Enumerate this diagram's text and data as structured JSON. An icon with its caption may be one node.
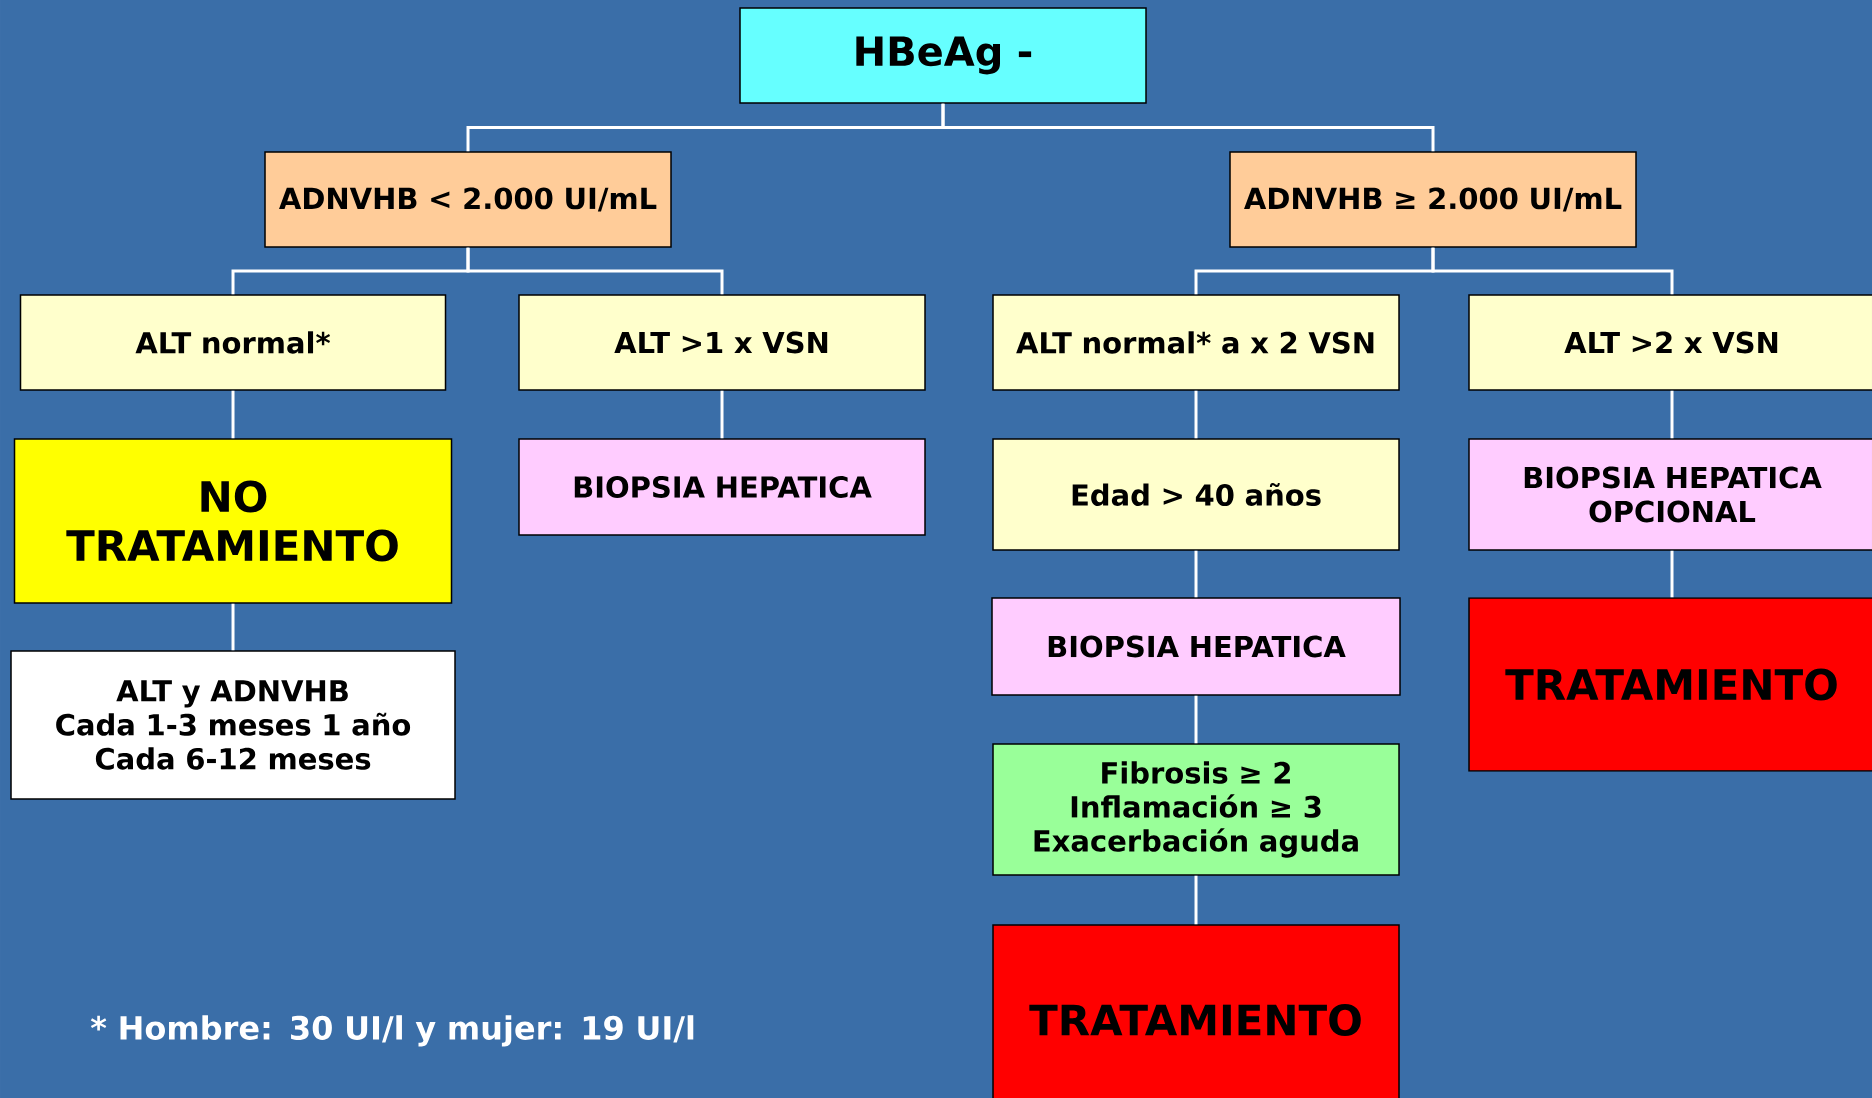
{
  "diagram": {
    "nodes": [
      {
        "text": [
          "HBeAg -"
        ]
      },
      {
        "text": [
          "ADNVHB < 2.000 UI/mL"
        ]
      },
      {
        "text": [
          "ADNVHB ≥ 2.000 UI/mL"
        ]
      },
      {
        "text": [
          "ALT normal*"
        ]
      },
      {
        "text": [
          "ALT >1 x VSN"
        ]
      },
      {
        "text": [
          "ALT normal* a x 2 VSN"
        ]
      },
      {
        "text": [
          "ALT >2 x VSN"
        ]
      },
      {
        "text": [
          "NO TRATAMIENTO"
        ]
      },
      {
        "text": [
          "BIOPSIA HEPATICA"
        ]
      },
      {
        "text": [
          "Edad > 40 años"
        ]
      },
      {
        "text": [
          "BIOPSIA HEPATICA OPCIONAL"
        ]
      },
      {
        "text": [
          "ALT y ADNVHB",
          "Cada 1-3 meses 1 año",
          "Cada 6-12 meses"
        ]
      },
      {
        "text": [
          "BIOPSIA HEPATICA"
        ]
      },
      {
        "text": [
          "TRATAMIENTO"
        ]
      },
      {
        "text": [
          "Fibrosis ≥ 2",
          "Inflamación ≥ 3",
          "Exacerbación aguda"
        ]
      },
      {
        "text": [
          "TRATAMIENTO"
        ]
      }
    ],
    "edges": [
      {
        "from": 0,
        "to": 1,
        "arrow": "none"
      },
      {
        "from": 0,
        "to": 2,
        "arrow": "none"
      },
      {
        "from": 1,
        "to": 3,
        "arrow": "none"
      },
      {
        "from": 1,
        "to": 4,
        "arrow": "none"
      },
      {
        "from": 2,
        "to": 5,
        "arrow": "none"
      },
      {
        "from": 2,
        "to": 6,
        "arrow": "none"
      },
      {
        "from": 3,
        "to": 7,
        "arrow": "none"
      },
      {
        "from": 4,
        "to": 8,
        "arrow": "none"
      },
      {
        "from": 5,
        "to": 9,
        "arrow": "none"
      },
      {
        "from": 6,
        "to": 10,
        "arrow": "none"
      },
      {
        "from": 7,
        "to": 11,
        "arrow": "none"
      },
      {
        "from": 9,
        "to": 12,
        "arrow": "none"
      },
      {
        "from": 10,
        "to": 13,
        "arrow": "none"
      },
      {
        "from": 12,
        "to": 14,
        "arrow": "none"
      },
      {
        "from": 14,
        "to": 15,
        "arrow": "none"
      }
    ],
    "labels": [
      "* Hombre: 30 UI/l  y mujer: 19 UI/l"
    ]
  }
}
